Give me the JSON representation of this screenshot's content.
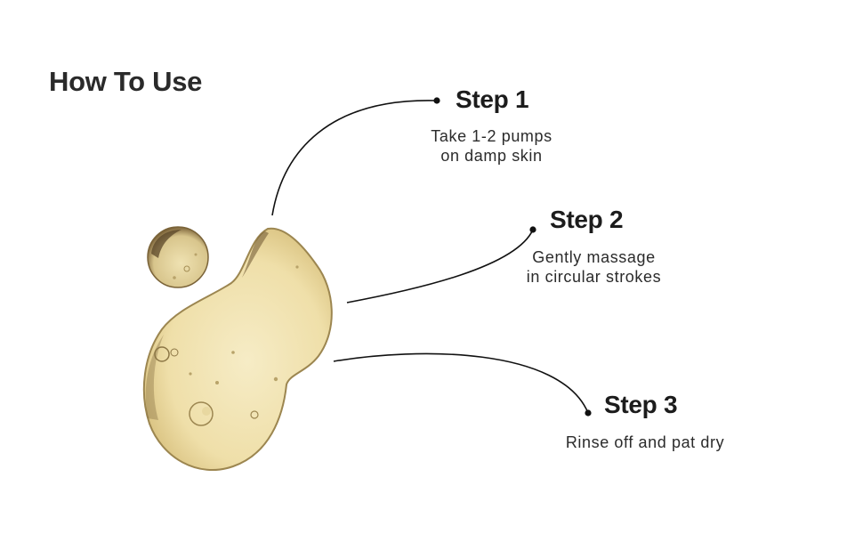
{
  "header": {
    "title": "How To Use"
  },
  "steps": [
    {
      "heading": "Step 1",
      "lines": [
        "Take 1-2 pumps",
        "on damp skin"
      ]
    },
    {
      "heading": "Step 2",
      "lines": [
        "Gently massage",
        "in circular strokes"
      ]
    },
    {
      "heading": "Step 3",
      "lines": [
        "Rinse off and pat dry"
      ]
    }
  ],
  "colors": {
    "gel_fill": "#f2e4b4",
    "gel_edge": "#8a7440",
    "line": "#111111"
  }
}
